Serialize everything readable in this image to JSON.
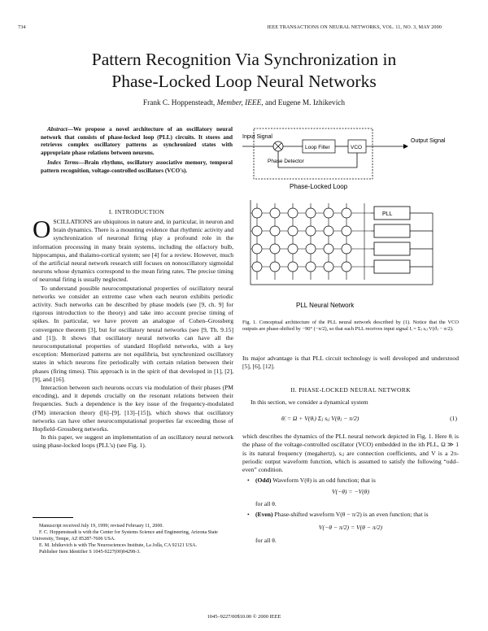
{
  "header": {
    "page_number": "734",
    "journal": "IEEE TRANSACTIONS ON NEURAL NETWORKS, VOL. 11, NO. 3, MAY 2000"
  },
  "title_line1": "Pattern Recognition Via Synchronization in",
  "title_line2": "Phase-Locked Loop Neural Networks",
  "authors": {
    "author1": "Frank C. Hoppensteadt,",
    "author1_role": "Member, IEEE,",
    "and_text": "and Eugene M. Izhikevich"
  },
  "abstract": {
    "label": "Abstract",
    "text": "—We propose a novel architecture of an oscillatory neural network that consists of phase-locked loop (PLL) circuits. It stores and retrieves complex oscillatory patterns as synchronized states with appropriate phase relations between neurons."
  },
  "index_terms": {
    "label": "Index Terms",
    "text": "—Brain rhythms, oscillatory associative memory, temporal pattern recognition, voltage-controlled oscillators (VCO's)."
  },
  "section1": {
    "heading": "I. INTRODUCTION",
    "dropcap": "O",
    "p1": "SCILLATIONS are ubiquitous in nature and, in particular, in neuron and brain dynamics. There is a mounting evidence that rhythmic activity and synchronization of neuronal firing play a profound role in the information processing in many brain systems, including the olfactory bulb, hippocampus, and thalamo-cortical system; see [4] for a review. However, much of the artificial neural network research still focuses on nonoscillatory sigmoidal neurons whose dynamics correspond to the mean firing rates. The precise timing of neuronal firing is usually neglected.",
    "p2": "To understand possible neurocomputational properties of oscillatory neural networks we consider an extreme case when each neuron exhibits periodic activity. Such networks can be described by phase models (see [9, ch. 9] for rigorous introduction to the theory) and take into account precise timing of spikes. In particular, we have proven an analogue of Cohen–Grossberg convergence theorem [3], but for oscillatory neural networks (see [9, Th. 9.15] and [1]). It shows that oscillatory neural networks can have all the neurocomputational properties of standard Hopfield networks, with a key exception: Memorized patterns are not equilibria, but synchronized oscillatory states in which neurons fire periodically with certain relation between their phases (firing times). This approach is in the spirit of that developed in [1], [2], [9], and [16].",
    "p3": "Interaction between such neurons occurs via modulation of their phases (PM encoding), and it depends crucially on the resonant relations between their frequencies. Such a dependence is the key issue of the frequency-modulated (FM) interaction theory ([6]–[9], [13]–[15]), which shows that oscillatory networks can have other neurocomputational properties far exceeding those of Hopfield–Grossberg networks.",
    "p4": "In this paper, we suggest an implementation of an oscillatory neural network using phase-locked loops (PLL's) (see Fig. 1)."
  },
  "footnotes": {
    "f1": "Manuscript received July 19, 1999; revised February 11, 2000.",
    "f2": "F. C. Hoppensteadt is with the Center for Systems Science and Engineering, Arizona State University, Tempe, AZ 85287-7606 USA.",
    "f3": "E. M. Izhikevich is with The Neurosciences Institute, La Jolla, CA 92121 USA.",
    "f4": "Publisher Item Identifier S 1045-9227(00)04298-3."
  },
  "figure": {
    "input_label": "Input Signal",
    "phase_detector": "Phase Detector",
    "loop_filter": "Loop Filter",
    "vco": "VCO",
    "output_label": "Output Signal",
    "pll_title": "Phase-Locked Loop",
    "pll_box": "PLL",
    "network_title": "PLL Neural Network",
    "caption": "Fig. 1.   Conceptual architecture of the PLL neural network described by (1). Notice that the VCO outputs are phase-shifted by −90° (−π/2), so that each PLL receives input signal Iᵢ = Σⱼ sᵢⱼ V(ϑⱼ − π/2)."
  },
  "right_text": {
    "p1": "Its major advantage is that PLL circuit technology is well developed and understood [5], [6], [12]."
  },
  "section2": {
    "heading": "II. PHASE-LOCKED NEURAL NETWORK",
    "p1": "In this section, we consider a dynamical system",
    "equation": "θ̇ᵢ = Ω + V(θᵢ) Σⱼ sᵢⱼ V(θⱼ − π/2)",
    "eq_number": "(1)",
    "p2": "which describes the dynamics of the PLL neural network depicted in Fig. 1. Here θᵢ is the phase of the voltage-controlled oscillator (VCO) embedded in the ith PLL, Ω ≫ 1 is its natural frequency (megahertz), sᵢⱼ are connection coefficients, and V is a 2π-periodic output waveform function, which is assumed to satisfy the following “odd–even” condition.",
    "odd_label": "(Odd)",
    "odd_text": "Waveform V(θ) is an odd function; that is",
    "odd_eq": "V(−θ) = −V(θ)",
    "for_all": "for all θ.",
    "even_label": "(Even)",
    "even_text": "Phase-shifted waveform V(θ − π/2) is an even function; that is",
    "even_eq": "V(−θ − π/2) = V(θ − π/2)",
    "for_all2": "for all θ."
  },
  "footer": "1045–9227/00$10.00 © 2000 IEEE"
}
